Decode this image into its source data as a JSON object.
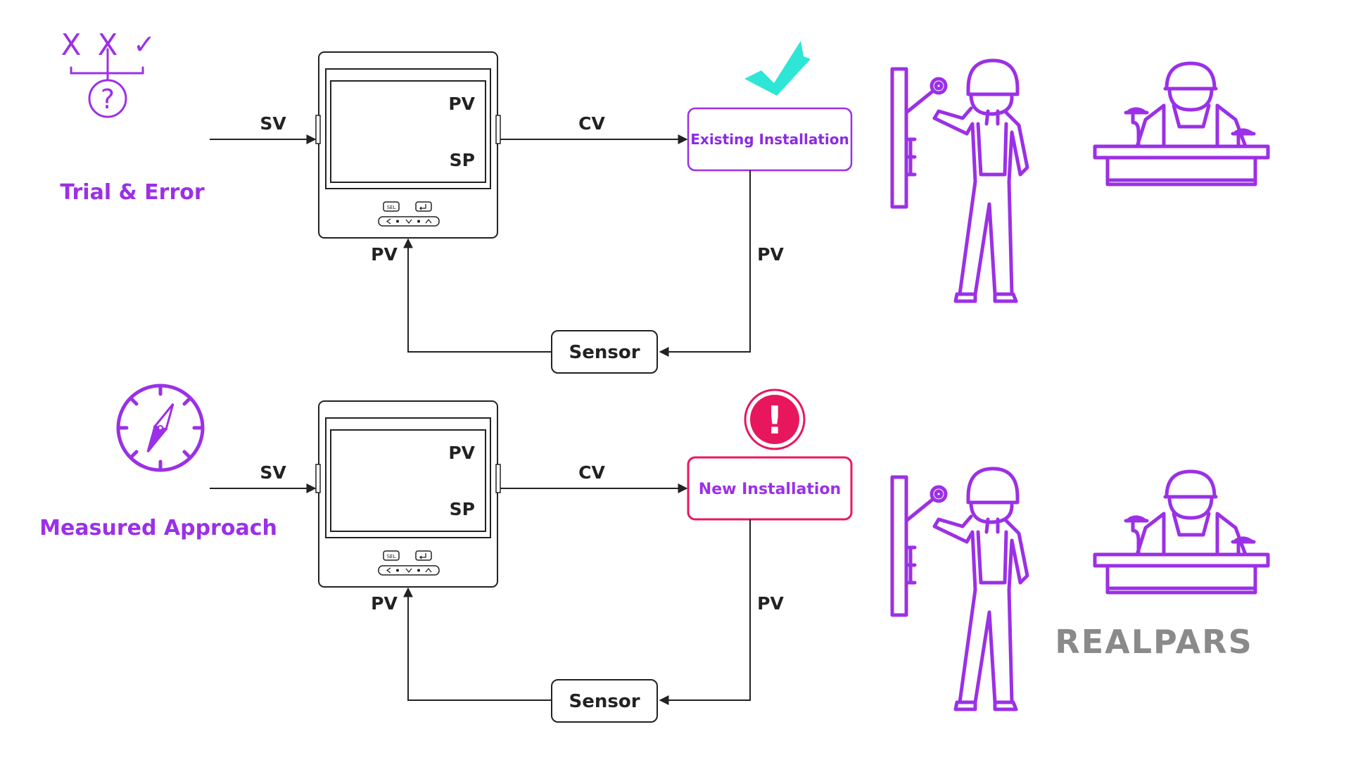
{
  "colors": {
    "purple": "#9b30e6",
    "pink": "#e8175d",
    "teal": "#2ee6d6",
    "line": "#222222",
    "watermark": "#8a8a8a"
  },
  "top": {
    "icon": "trial-error-icon",
    "marks": [
      "X",
      "X",
      "✓"
    ],
    "question": "?",
    "caption": "Trial & Error",
    "controller": {
      "pv": "PV",
      "sp": "SP",
      "sel_key": "SEL"
    },
    "sv_label": "SV",
    "cv_label": "CV",
    "pv_right": "PV",
    "pv_left": "PV",
    "box_label": "Existing Installation",
    "status_icon": "checkmark-icon",
    "sensor": "Sensor"
  },
  "bottom": {
    "icon": "compass-icon",
    "caption": "Measured Approach",
    "controller": {
      "pv": "PV",
      "sp": "SP",
      "sel_key": "SEL"
    },
    "sv_label": "SV",
    "cv_label": "CV",
    "pv_right": "PV",
    "pv_left": "PV",
    "box_label": "New Installation",
    "status_icon": "exclamation-icon",
    "status_symbol": "!",
    "sensor": "Sensor"
  },
  "watermark": "REALPARS"
}
